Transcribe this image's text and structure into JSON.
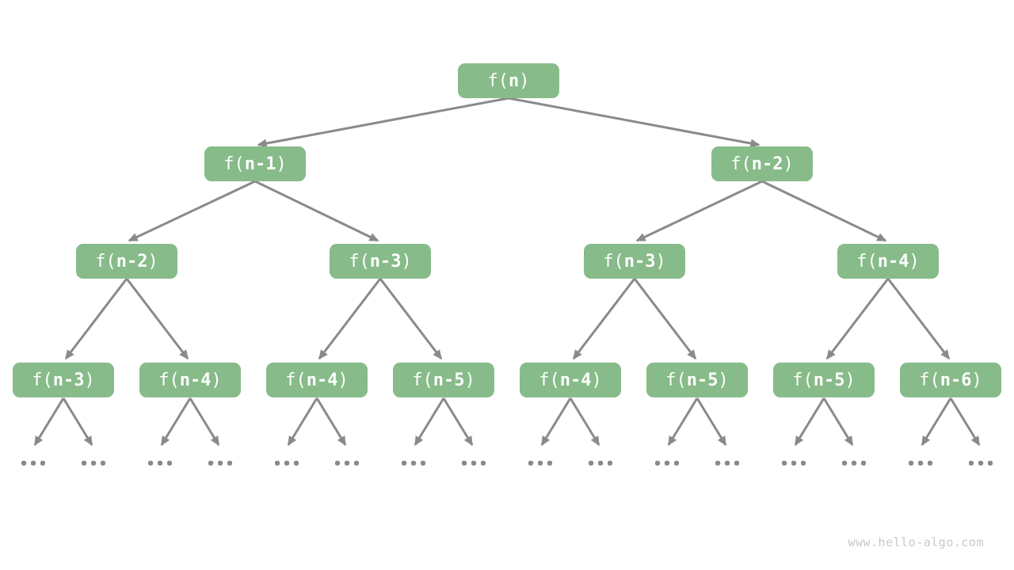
{
  "diagram": {
    "type": "recursion-tree",
    "colors": {
      "node_fill": "#87BB89",
      "node_text": "#ffffff",
      "edge": "#8a8a8a",
      "watermark": "#c8c8c8",
      "background": "#ffffff"
    },
    "watermark": "www.hello-algo.com",
    "ellipsis_label": "...",
    "nodes": [
      {
        "prefix": "f(",
        "arg": "n",
        "suffix": ")"
      },
      {
        "prefix": "f(",
        "arg": "n-1",
        "suffix": ")"
      },
      {
        "prefix": "f(",
        "arg": "n-2",
        "suffix": ")"
      },
      {
        "prefix": "f(",
        "arg": "n-2",
        "suffix": ")"
      },
      {
        "prefix": "f(",
        "arg": "n-3",
        "suffix": ")"
      },
      {
        "prefix": "f(",
        "arg": "n-3",
        "suffix": ")"
      },
      {
        "prefix": "f(",
        "arg": "n-4",
        "suffix": ")"
      },
      {
        "prefix": "f(",
        "arg": "n-3",
        "suffix": ")"
      },
      {
        "prefix": "f(",
        "arg": "n-4",
        "suffix": ")"
      },
      {
        "prefix": "f(",
        "arg": "n-4",
        "suffix": ")"
      },
      {
        "prefix": "f(",
        "arg": "n-5",
        "suffix": ")"
      },
      {
        "prefix": "f(",
        "arg": "n-4",
        "suffix": ")"
      },
      {
        "prefix": "f(",
        "arg": "n-5",
        "suffix": ")"
      },
      {
        "prefix": "f(",
        "arg": "n-5",
        "suffix": ")"
      },
      {
        "prefix": "f(",
        "arg": "n-6",
        "suffix": ")"
      }
    ]
  }
}
